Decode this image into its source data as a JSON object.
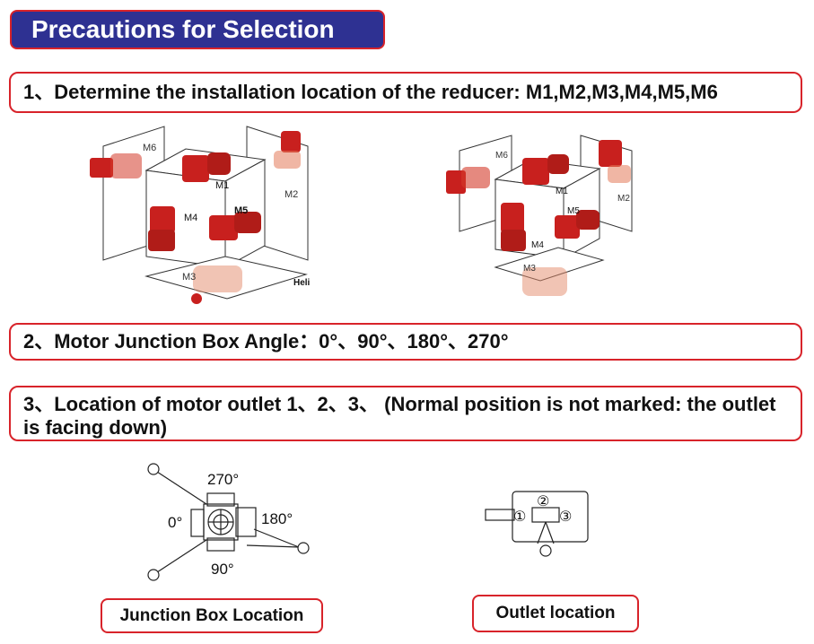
{
  "header": {
    "title": "Precautions for Selection"
  },
  "steps": [
    {
      "text": "1、Determine the installation location of the reducer: M1,M2,M3,M4,M5,M6"
    },
    {
      "text": "2、Motor Junction Box Angle：0°、90°、180°、270°"
    },
    {
      "text": "3、Location of motor outlet 1、2、3、 (Normal position is not marked: the outlet is facing down)"
    }
  ],
  "mounting_left": {
    "labels": [
      "M6",
      "M1",
      "M2",
      "M4",
      "M5",
      "M3"
    ],
    "brand": "Heli"
  },
  "mounting_right": {
    "labels": [
      "M6",
      "M1",
      "M2",
      "M5",
      "M4",
      "M3"
    ]
  },
  "junction_box": {
    "angles": [
      "270°",
      "0°",
      "180°",
      "90°"
    ],
    "caption": "Junction Box Location"
  },
  "outlet": {
    "positions": [
      "①",
      "②",
      "③"
    ],
    "caption": "Outlet location"
  },
  "colors": {
    "banner": "#2e3192",
    "border": "#d8232a",
    "motor": "#c8201e"
  }
}
